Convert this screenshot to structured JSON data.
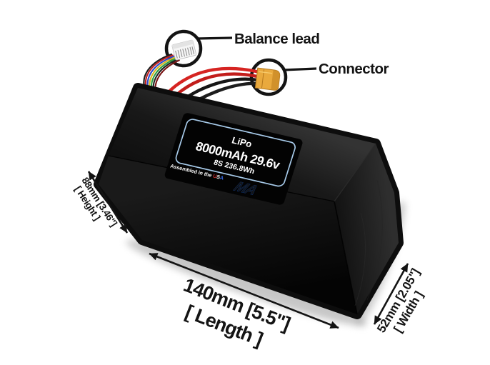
{
  "callouts": {
    "balance_lead": "Balance lead",
    "connector": "Connector"
  },
  "label": {
    "product_type": "LiPo",
    "capacity_voltage": "8000mAh 29.6v",
    "cells_energy": "8S 236.8Wh",
    "assembled_prefix": "Assembled in the ",
    "usa_u": "U",
    "usa_s": "S",
    "usa_a": "A",
    "brand_logo": "MA"
  },
  "dimensions": {
    "height": {
      "value": "88mm [3.46\"]",
      "name": "[ Height ]"
    },
    "length": {
      "value": "140mm [5.5\"]",
      "name": "[ Length ]"
    },
    "width": {
      "value": "52mm [2.05\"]",
      "name": "[ Width ]"
    }
  },
  "colors": {
    "background": "#ffffff",
    "battery_body": "#0d0d0d",
    "label_border": "#a6c9e8",
    "label_text": "#ffffff",
    "logo_blue": "#2e6fd6",
    "usa_red": "#d03030",
    "usa_blue": "#3366dd",
    "connector_yellow": "#e9a93d",
    "wire_red": "#d62422",
    "balance_connector_white": "#f5f5f5",
    "annotation_black": "#141414"
  }
}
